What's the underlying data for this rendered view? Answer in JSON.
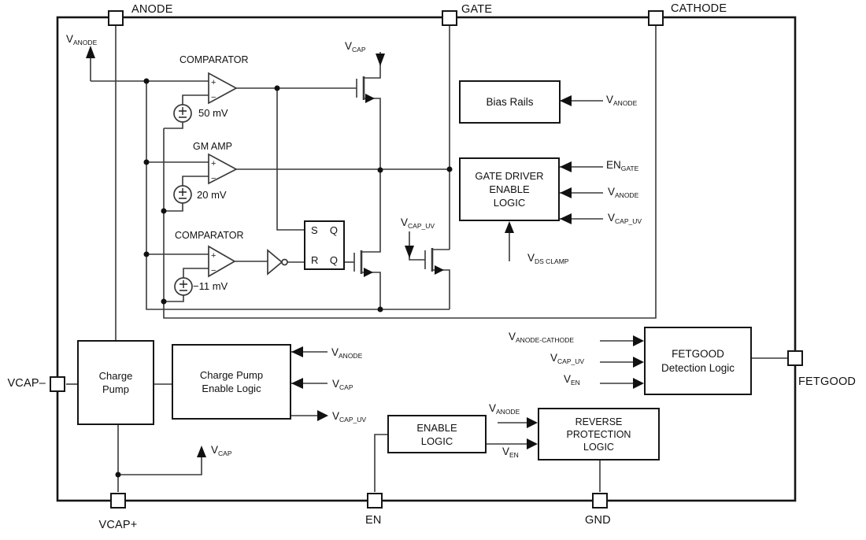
{
  "pins": {
    "anode": "ANODE",
    "gate": "GATE",
    "cathode": "CATHODE",
    "vcap_minus": "VCAP–",
    "vcap_plus": "VCAP+",
    "en": "EN",
    "gnd": "GND",
    "fetgood": "FETGOOD"
  },
  "blocks": {
    "bias_rails": [
      "Bias Rails"
    ],
    "gate_driver": [
      "GATE DRIVER",
      "ENABLE",
      "LOGIC"
    ],
    "charge_pump": [
      "Charge",
      "Pump"
    ],
    "cp_enable": [
      "Charge Pump",
      "Enable Logic"
    ],
    "enable_logic": [
      "ENABLE",
      "LOGIC"
    ],
    "reverse_protection": [
      "REVERSE",
      "PROTECTION",
      "LOGIC"
    ],
    "fetgood_detect": [
      "FETGOOD",
      "Detection Logic"
    ]
  },
  "amps": {
    "comparator1": "COMPARATOR",
    "gm_amp": "GM AMP",
    "comparator2": "COMPARATOR",
    "offset1": "50 mV",
    "offset2": "20 mV",
    "offset3": "−11 mV"
  },
  "latch": {
    "s": "S",
    "r": "R",
    "q_top": "Q",
    "q_bottom": "Q"
  },
  "signals": {
    "v_anode_top": {
      "main": "V",
      "sub": "ANODE"
    },
    "v_cap_top": {
      "main": "V",
      "sub": "CAP"
    },
    "v_cap_uv_mid": {
      "main": "V",
      "sub": "CAP_UV"
    },
    "bias_v_anode": {
      "main": "V",
      "sub": "ANODE"
    },
    "en_gate": {
      "main": "EN",
      "sub": "GATE"
    },
    "gd_v_anode": {
      "main": "V",
      "sub": "ANODE"
    },
    "gd_v_cap_uv": {
      "main": "V",
      "sub": "CAP_UV"
    },
    "v_ds_clamp": {
      "main": "V",
      "sub": "DS CLAMP"
    },
    "cpe_v_anode": {
      "main": "V",
      "sub": "ANODE"
    },
    "cpe_v_cap": {
      "main": "V",
      "sub": "CAP"
    },
    "cpe_v_cap_uv": {
      "main": "V",
      "sub": "CAP_UV"
    },
    "v_cap_bottom": {
      "main": "V",
      "sub": "CAP"
    },
    "v_anode_cathode": {
      "main": "V",
      "sub": "ANODE-CATHODE"
    },
    "fg_v_cap_uv": {
      "main": "V",
      "sub": "CAP_UV"
    },
    "fg_v_en": {
      "main": "V",
      "sub": "EN"
    },
    "el_v_anode": {
      "main": "V",
      "sub": "ANODE"
    },
    "el_v_en": {
      "main": "V",
      "sub": "EN"
    }
  },
  "symbols": {
    "plus": "+",
    "minus": "−"
  },
  "colors": {
    "wire": "#3a3a3a",
    "border": "#151515",
    "background": "#ffffff"
  }
}
